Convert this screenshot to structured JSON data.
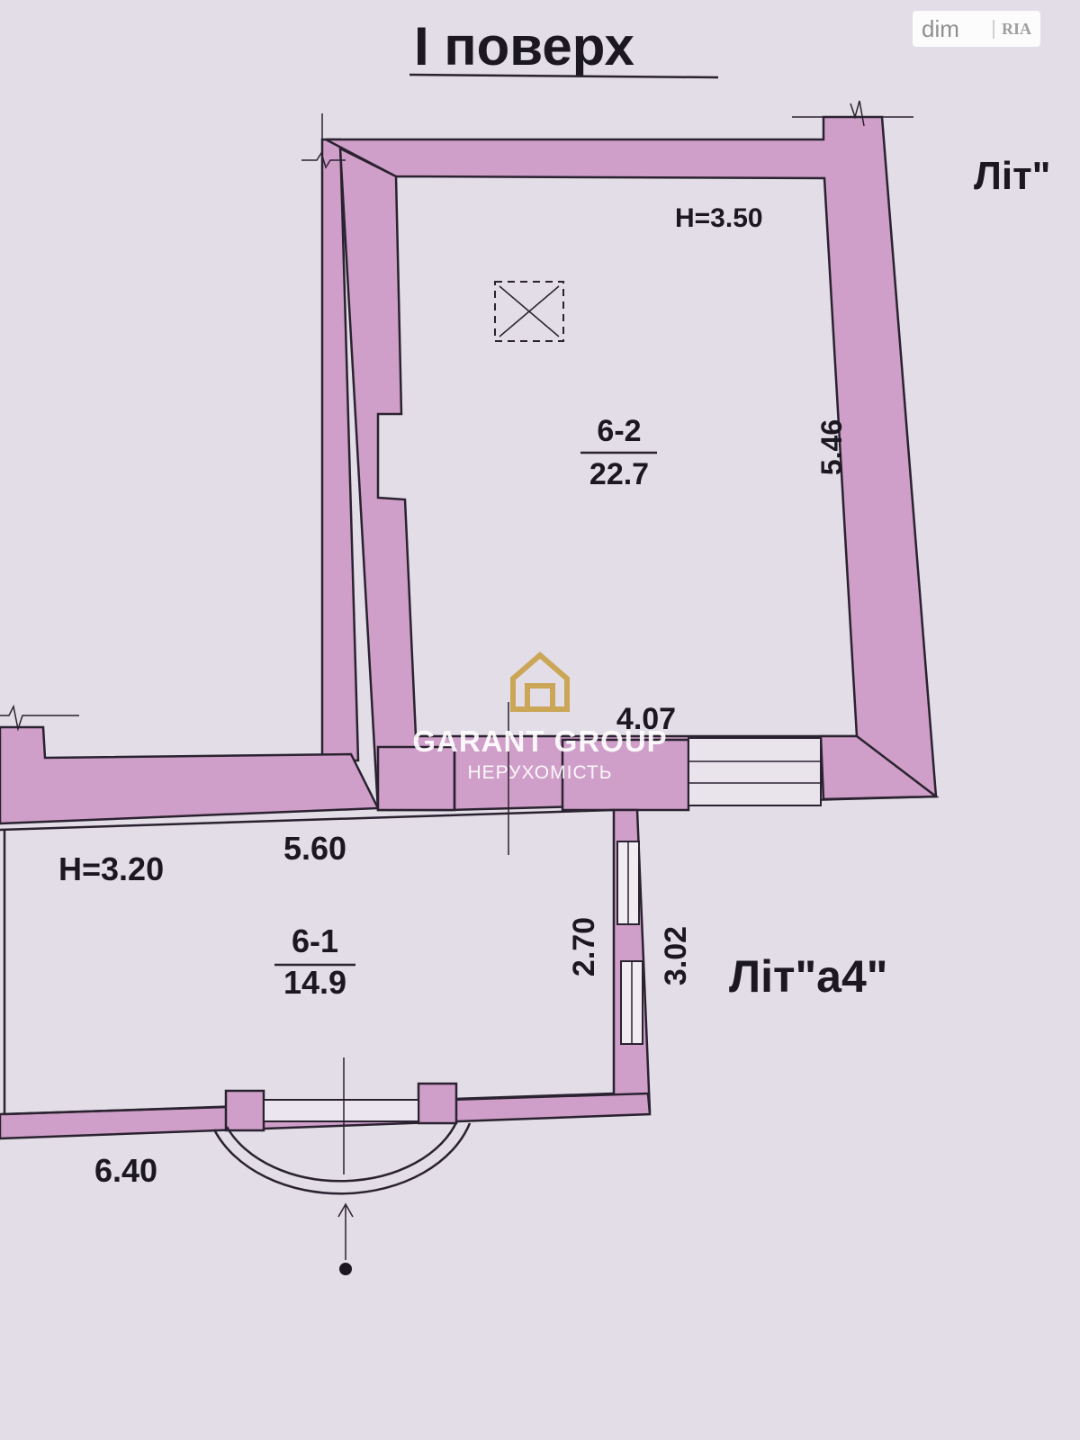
{
  "floor_title": "I поверх",
  "watermark": {
    "site_dim": "dim",
    "site_ria": "RIA",
    "brand": "GARANT GROUP",
    "brand_sub": "НЕРУХОМІСТЬ"
  },
  "rooms": [
    {
      "id": "6-2",
      "area": "22.7",
      "height": "H=3.50"
    },
    {
      "id": "6-1",
      "area": "14.9",
      "height": "H=3.20"
    }
  ],
  "dimensions": {
    "room_6_2_length": "5.46",
    "room_6_2_width": "4.07",
    "room_6_1_top": "5.60",
    "room_6_1_inner_side": "2.70",
    "room_6_1_outer_side": "3.02",
    "room_6_1_bottom": "6.40"
  },
  "letters": {
    "top_right": "Літ\"",
    "lit_a4": "Літ\"а4\""
  }
}
